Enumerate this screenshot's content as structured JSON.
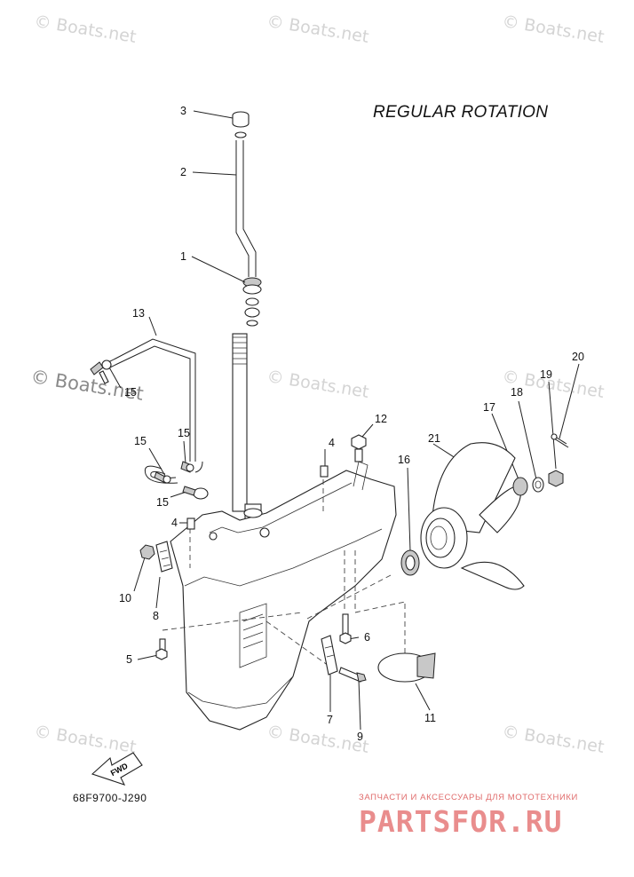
{
  "title": "REGULAR ROTATION",
  "diagram_code": "68F9700-J290",
  "watermark": "© Boats.net",
  "store": {
    "subtitle": "ЗАПЧАСТИ И АКСЕССУАРЫ ДЛЯ МОТОТЕХНИКИ",
    "logo": "PARTSFOR.RU"
  },
  "fwd_label": "FWD",
  "callouts": {
    "c1": "1",
    "c2": "2",
    "c3": "3",
    "c4a": "4",
    "c4b": "4",
    "c5": "5",
    "c6": "6",
    "c7": "7",
    "c8": "8",
    "c9": "9",
    "c10": "10",
    "c11": "11",
    "c12": "12",
    "c13": "13",
    "c15a": "15",
    "c15b": "15",
    "c15c": "15",
    "c15d": "15",
    "c16": "16",
    "c17": "17",
    "c18": "18",
    "c19": "19",
    "c20": "20",
    "c21": "21"
  }
}
